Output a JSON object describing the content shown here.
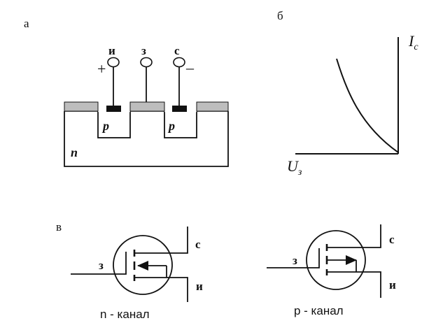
{
  "panel_a": {
    "label": "а",
    "terminals": [
      {
        "name": "source",
        "label": "и",
        "sign": "+"
      },
      {
        "name": "gate",
        "label": "з",
        "sign": ""
      },
      {
        "name": "drain",
        "label": "с",
        "sign": "–"
      }
    ],
    "wells": [
      "p",
      "p"
    ],
    "substrate": "n"
  },
  "panel_b": {
    "label": "б",
    "y_label_main": "I",
    "y_label_sub": "с",
    "x_label_main": "U",
    "x_label_sub": "з"
  },
  "panel_v": {
    "label": "в",
    "n_channel": {
      "gate": "з",
      "drain": "с",
      "source": "и",
      "caption": "n - канал"
    },
    "p_channel": {
      "gate": "з",
      "drain": "с",
      "source": "и",
      "caption": "p - канал"
    }
  },
  "colors": {
    "ink": "#111111",
    "oxide": "#bdbdbd",
    "contact": "#111111"
  }
}
